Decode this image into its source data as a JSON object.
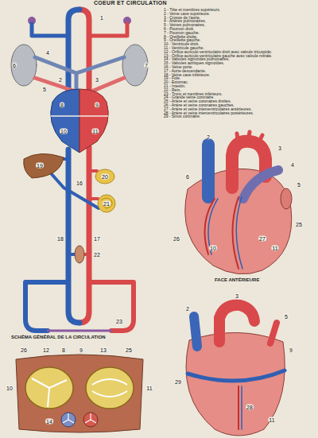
{
  "diagram": {
    "title": "COEUR ET CIRCULATION",
    "labels": [
      "1 - Tête et membres supérieurs.",
      "2 - Veine cave supérieure.",
      "3 - Crosse de l'aorte.",
      "4 - Artères pulmonaires.",
      "5 - Veines pulmonaires.",
      "6 - Poumon droit.",
      "7 - Poumon gauche.",
      "8 - Oreillette droite.",
      "9 - Oreillette gauche.",
      "10 - Ventricule droit.",
      "11 - Ventricule gauche.",
      "12 - Orifice auriculo-ventriculaire droit avec valvule tricuspide.",
      "13 - Orifice auriculo-ventriculaire gauche avec valvule mitrale.",
      "14 - Valvules sigmoïdes pulmonaires.",
      "15 - Valvules aortiques sigmoïdes.",
      "16 - Veine porte.",
      "17 - Aorte descendante.",
      "18 - Veine cave inférieure.",
      "19 - Foie.",
      "20 - Estomac.",
      "21 - Intestin.",
      "22 - Rein.",
      "23 - Tronc et membres inférieurs.",
      "24 - Grande veine coronaire.",
      "25 - Artère et veine coronaires droites.",
      "26 - Artère et veine coronaires gauches.",
      "27 - Artère et veine interventriculaires antérieures.",
      "28 - Artère et veine interventriculaires postérieures.",
      "29 - Sinus coronaire.",
      "SCHÉMA GÉNÉRAL DE LA CIRCULATION",
      "FACE ANTÉRIEURE",
      "1",
      "2",
      "3",
      "4",
      "5",
      "6",
      "7",
      "8",
      "9",
      "10",
      "11",
      "16",
      "17",
      "18",
      "19",
      "20",
      "21",
      "22",
      "23",
      "26",
      "12",
      "8",
      "9",
      "13",
      "25",
      "10",
      "11",
      "14",
      "2",
      "3",
      "4",
      "5",
      "6",
      "25",
      "26",
      "27",
      "10",
      "11",
      "3",
      "2",
      "5",
      "9",
      "29",
      "28",
      "11"
    ]
  }
}
